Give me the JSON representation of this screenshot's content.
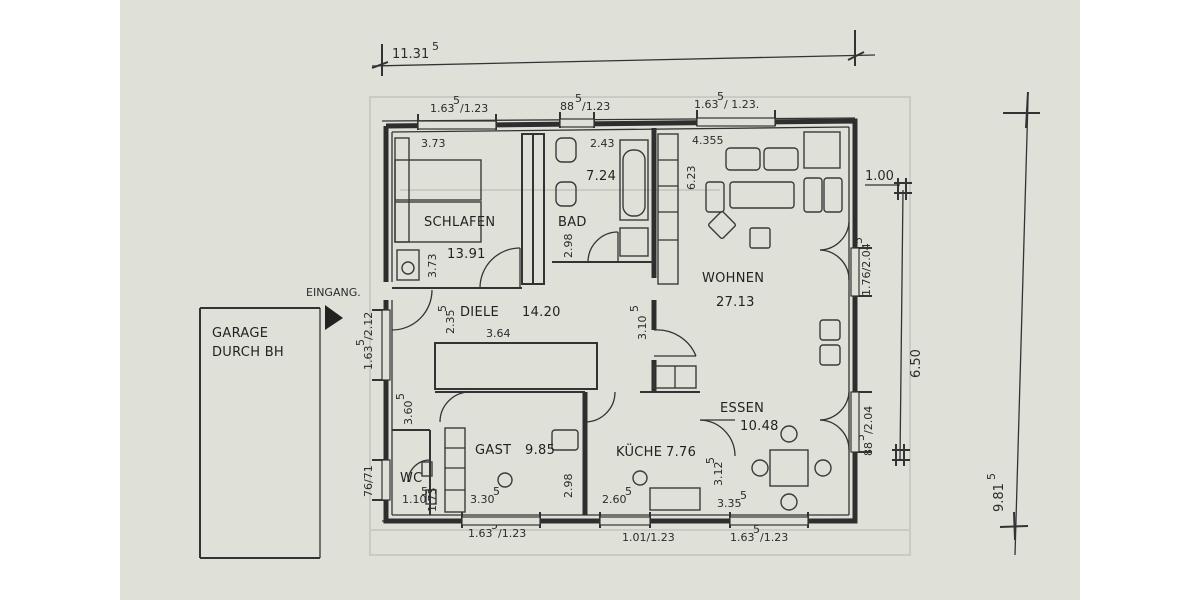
{
  "rooms": {
    "schlafen": {
      "name": "SCHLAFEN",
      "area": "13.91"
    },
    "bad": {
      "name": "BAD",
      "area": "7.24"
    },
    "wohnen": {
      "name": "WOHNEN",
      "area": "27.13"
    },
    "diele": {
      "name": "DIELE",
      "area": "14.20"
    },
    "essen": {
      "name": "ESSEN",
      "area": "10.48"
    },
    "gast": {
      "name": "GAST",
      "area": "9.85"
    },
    "kueche": {
      "name": "KÜCHE",
      "area": "7.76"
    },
    "wc": {
      "name": "WC"
    },
    "garage": {
      "line1": "GARAGE",
      "line2": "DURCH BH"
    }
  },
  "entrance": {
    "label": "EINGANG."
  },
  "dimensions": {
    "overall_width": "11.31",
    "overall_width_sup": "5",
    "overall_depth": "9.81",
    "overall_depth_sup": "5",
    "right_depth": "6.50",
    "right_offset": "1.00",
    "top_window_left": "1.63",
    "top_window_left_sup": "5",
    "top_window_left_tail": "/1.23",
    "top_window_mid": "88",
    "top_window_mid_sup": "5",
    "top_window_mid_tail": "/1.23",
    "top_window_right": "1.63",
    "top_window_right_sup": "5",
    "top_window_right_tail": "/ 1.23.",
    "bottom_window_left": "1.63",
    "bottom_window_left_sup": "5",
    "bottom_window_left_tail": "/1.23",
    "bottom_window_mid": "1.01/1.23",
    "bottom_window_right": "1.63",
    "bottom_window_right_sup": "5",
    "bottom_window_right_tail": "/1.23",
    "right_window_upper": "1.76/2.04",
    "right_window_upper_sup": "5",
    "right_window_lower": "88",
    "right_window_lower_sup": "5",
    "right_window_lower_tail": "/2.04",
    "left_window_upper": "1.63",
    "left_window_upper_sup": "5",
    "left_window_upper_tail": "/2.12",
    "left_window_lower": "76/71",
    "schlafen_width": "3.73",
    "schlafen_depth": "3.73",
    "bad_width": "2.43",
    "bad_depth": "2.98",
    "wohnen_width": "4.355",
    "wohnen_depth": "6.23",
    "diele_depth": "2.35",
    "diele_depth_sup": "5",
    "stair_length": "3.64",
    "kitchen_wall": "3.10",
    "kitchen_wall_sup": "5",
    "gast_depth": "3.60",
    "gast_depth_sup": "5",
    "gast_width": "3.30",
    "gast_width_sup": "5",
    "gast_height": "2.98",
    "wc_width": "1.10",
    "wc_width_sup": "5",
    "wc_depth": "1.73",
    "kueche_width": "2.60",
    "kueche_width_sup": "5",
    "kueche_depth": "3.12",
    "kueche_depth_sup": "5",
    "essen_width": "3.35",
    "essen_width_sup": "5"
  }
}
